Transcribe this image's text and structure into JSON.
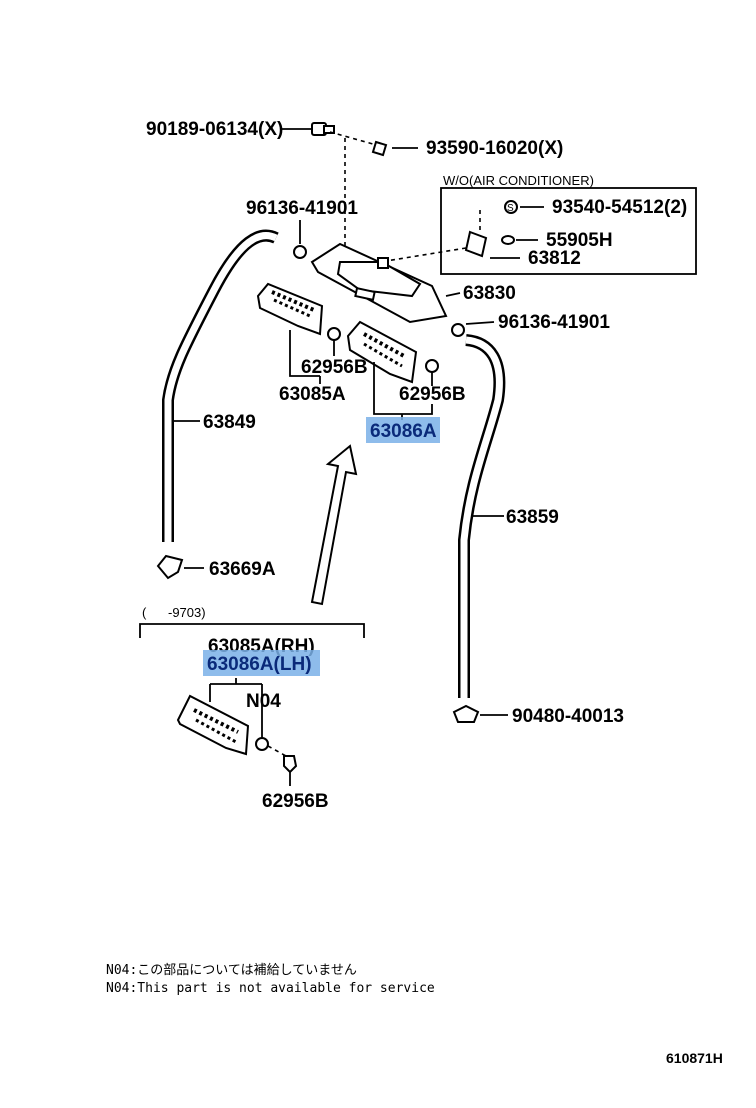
{
  "labels": {
    "p90189": "90189-06134(X)",
    "p93590": "93590-16020(X)",
    "ac_box_title": "W/O(AIR CONDITIONER)",
    "p93540": "93540-54512(2)",
    "p55905": "55905H",
    "p63812": "63812",
    "p96136_top": "96136-41901",
    "p63830": "63830",
    "p96136_right": "96136-41901",
    "p62956B_a": "62956B",
    "p63085A": "63085A",
    "p62956B_b": "62956B",
    "p63086A_highlight": "63086A",
    "p63849": "63849",
    "p63859": "63859",
    "p63669A": "63669A",
    "bracket_range": "(      -9703)",
    "p63085A_RH": "63085A(RH)",
    "p63086A_LH": "63086A(LH)",
    "N04": "N04",
    "p62956B_c": "62956B",
    "p90480": "90480-40013"
  },
  "notes": {
    "jp": "N04:この部品については補給していません",
    "en": "N04:This part is not available for service"
  },
  "diagram_code": "610871H",
  "highlight_color": "#7ab0e8"
}
